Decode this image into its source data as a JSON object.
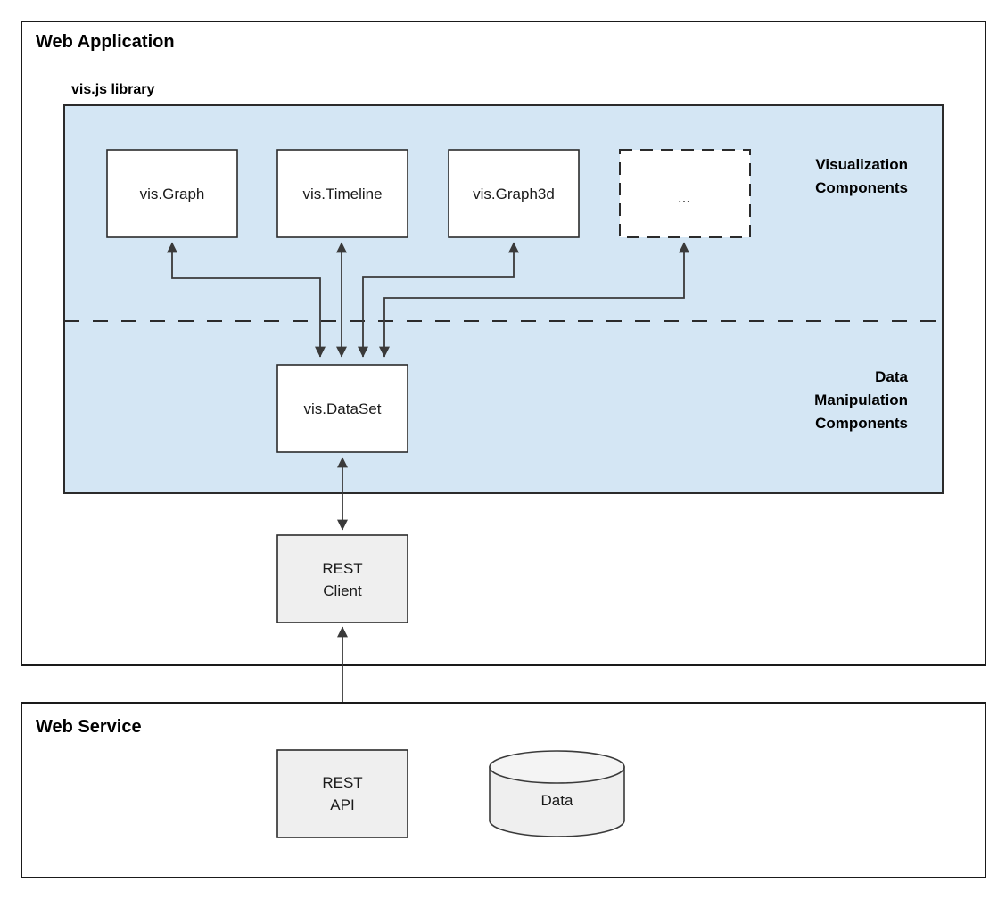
{
  "diagram": {
    "type": "architecture-block-diagram",
    "title_visible": false,
    "colors": {
      "library_region_fill": "#d4e6f4",
      "node_fill": "#ffffff",
      "grey_node_fill": "#efefef",
      "stroke": "#2b2b2b",
      "connector": "#3a3a3a",
      "background": "#ffffff"
    }
  },
  "panels": {
    "web_application": {
      "label": "Web Application"
    },
    "web_service": {
      "label": "Web Service"
    }
  },
  "library": {
    "label": "vis.js library",
    "group_labels": {
      "visualization": "Visualization\nComponents",
      "visualization_line1": "Visualization",
      "visualization_line2": "Components",
      "data_manipulation_line1": "Data",
      "data_manipulation_line2": "Manipulation",
      "data_manipulation_line3": "Components"
    }
  },
  "nodes": {
    "visualization_components": [
      {
        "id": "vis-graph",
        "label": "vis.Graph",
        "style": "solid"
      },
      {
        "id": "vis-timeline",
        "label": "vis.Timeline",
        "style": "solid"
      },
      {
        "id": "vis-graph3d",
        "label": "vis.Graph3d",
        "style": "solid"
      },
      {
        "id": "more",
        "label": "...",
        "style": "dashed"
      }
    ],
    "data_manipulation_components": [
      {
        "id": "vis-dataset",
        "label": "vis.DataSet",
        "style": "solid"
      }
    ],
    "client": {
      "id": "rest-client",
      "label_line1": "REST",
      "label_line2": "Client"
    },
    "service": {
      "id": "rest-api",
      "label_line1": "REST",
      "label_line2": "API"
    },
    "database": {
      "id": "data-store",
      "label": "Data"
    }
  },
  "connections": [
    {
      "from": "vis.DataSet",
      "to": "vis.Graph",
      "style": "bidirectional"
    },
    {
      "from": "vis.DataSet",
      "to": "vis.Timeline",
      "style": "bidirectional"
    },
    {
      "from": "vis.DataSet",
      "to": "vis.Graph3d",
      "style": "bidirectional"
    },
    {
      "from": "vis.DataSet",
      "to": "...",
      "style": "bidirectional"
    },
    {
      "from": "vis.DataSet",
      "to": "REST Client",
      "style": "bidirectional"
    },
    {
      "from": "REST Client",
      "to": "REST API",
      "style": "bidirectional"
    },
    {
      "from": "REST API",
      "to": "Data",
      "style": "bidirectional"
    }
  ]
}
